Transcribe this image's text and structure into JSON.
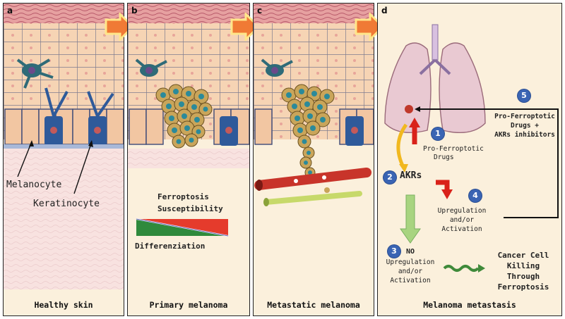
{
  "panels": {
    "a": {
      "label": "a",
      "caption": "Healthy skin",
      "melanocyte": "Melanocyte",
      "keratinocyte": "Keratinocyte"
    },
    "b": {
      "label": "b",
      "caption": "Primary melanoma",
      "ferroptosis": "Ferroptosis",
      "susceptibility": "Susceptibility",
      "differenziation": "Differenziation"
    },
    "c": {
      "label": "c",
      "caption": "Metastatic melanoma"
    },
    "d": {
      "label": "d",
      "caption": "Melanoma metastasis",
      "step1_number": "1",
      "step1_line1": "Pro-Ferroptotic",
      "step1_line2": "Drugs",
      "step2_number": "2",
      "step2_label": "AKRs",
      "step3_number": "3",
      "step3_line1": "NO",
      "step3_line2": "Upregulation",
      "step3_line3": "and/or",
      "step3_line4": "Activation",
      "step4_number": "4",
      "step4_line1": "Upregulation",
      "step4_line2": "and/or",
      "step4_line3": "Activation",
      "step5_number": "5",
      "step5_line1": "Pro-Ferroptotic",
      "step5_line2": "Drugs +",
      "step5_line3": "AKRs inhibitors",
      "outcome_line1": "Cancer Cell",
      "outcome_line2": "Killing",
      "outcome_line3": "Through",
      "outcome_line4": "Ferroptosis"
    }
  },
  "colors": {
    "panel_bg": "#fbf0dc",
    "skin_cell": "#f4c9a4",
    "melanocyte": "#2f6b78",
    "tumor_cell": "#c9a55a",
    "gradient_red": "#e53b2c",
    "gradient_green": "#2f8a3c",
    "step_circle": "#3a64b3",
    "orange_arrow": "#f07a35",
    "lung": "#e9c9d2"
  }
}
